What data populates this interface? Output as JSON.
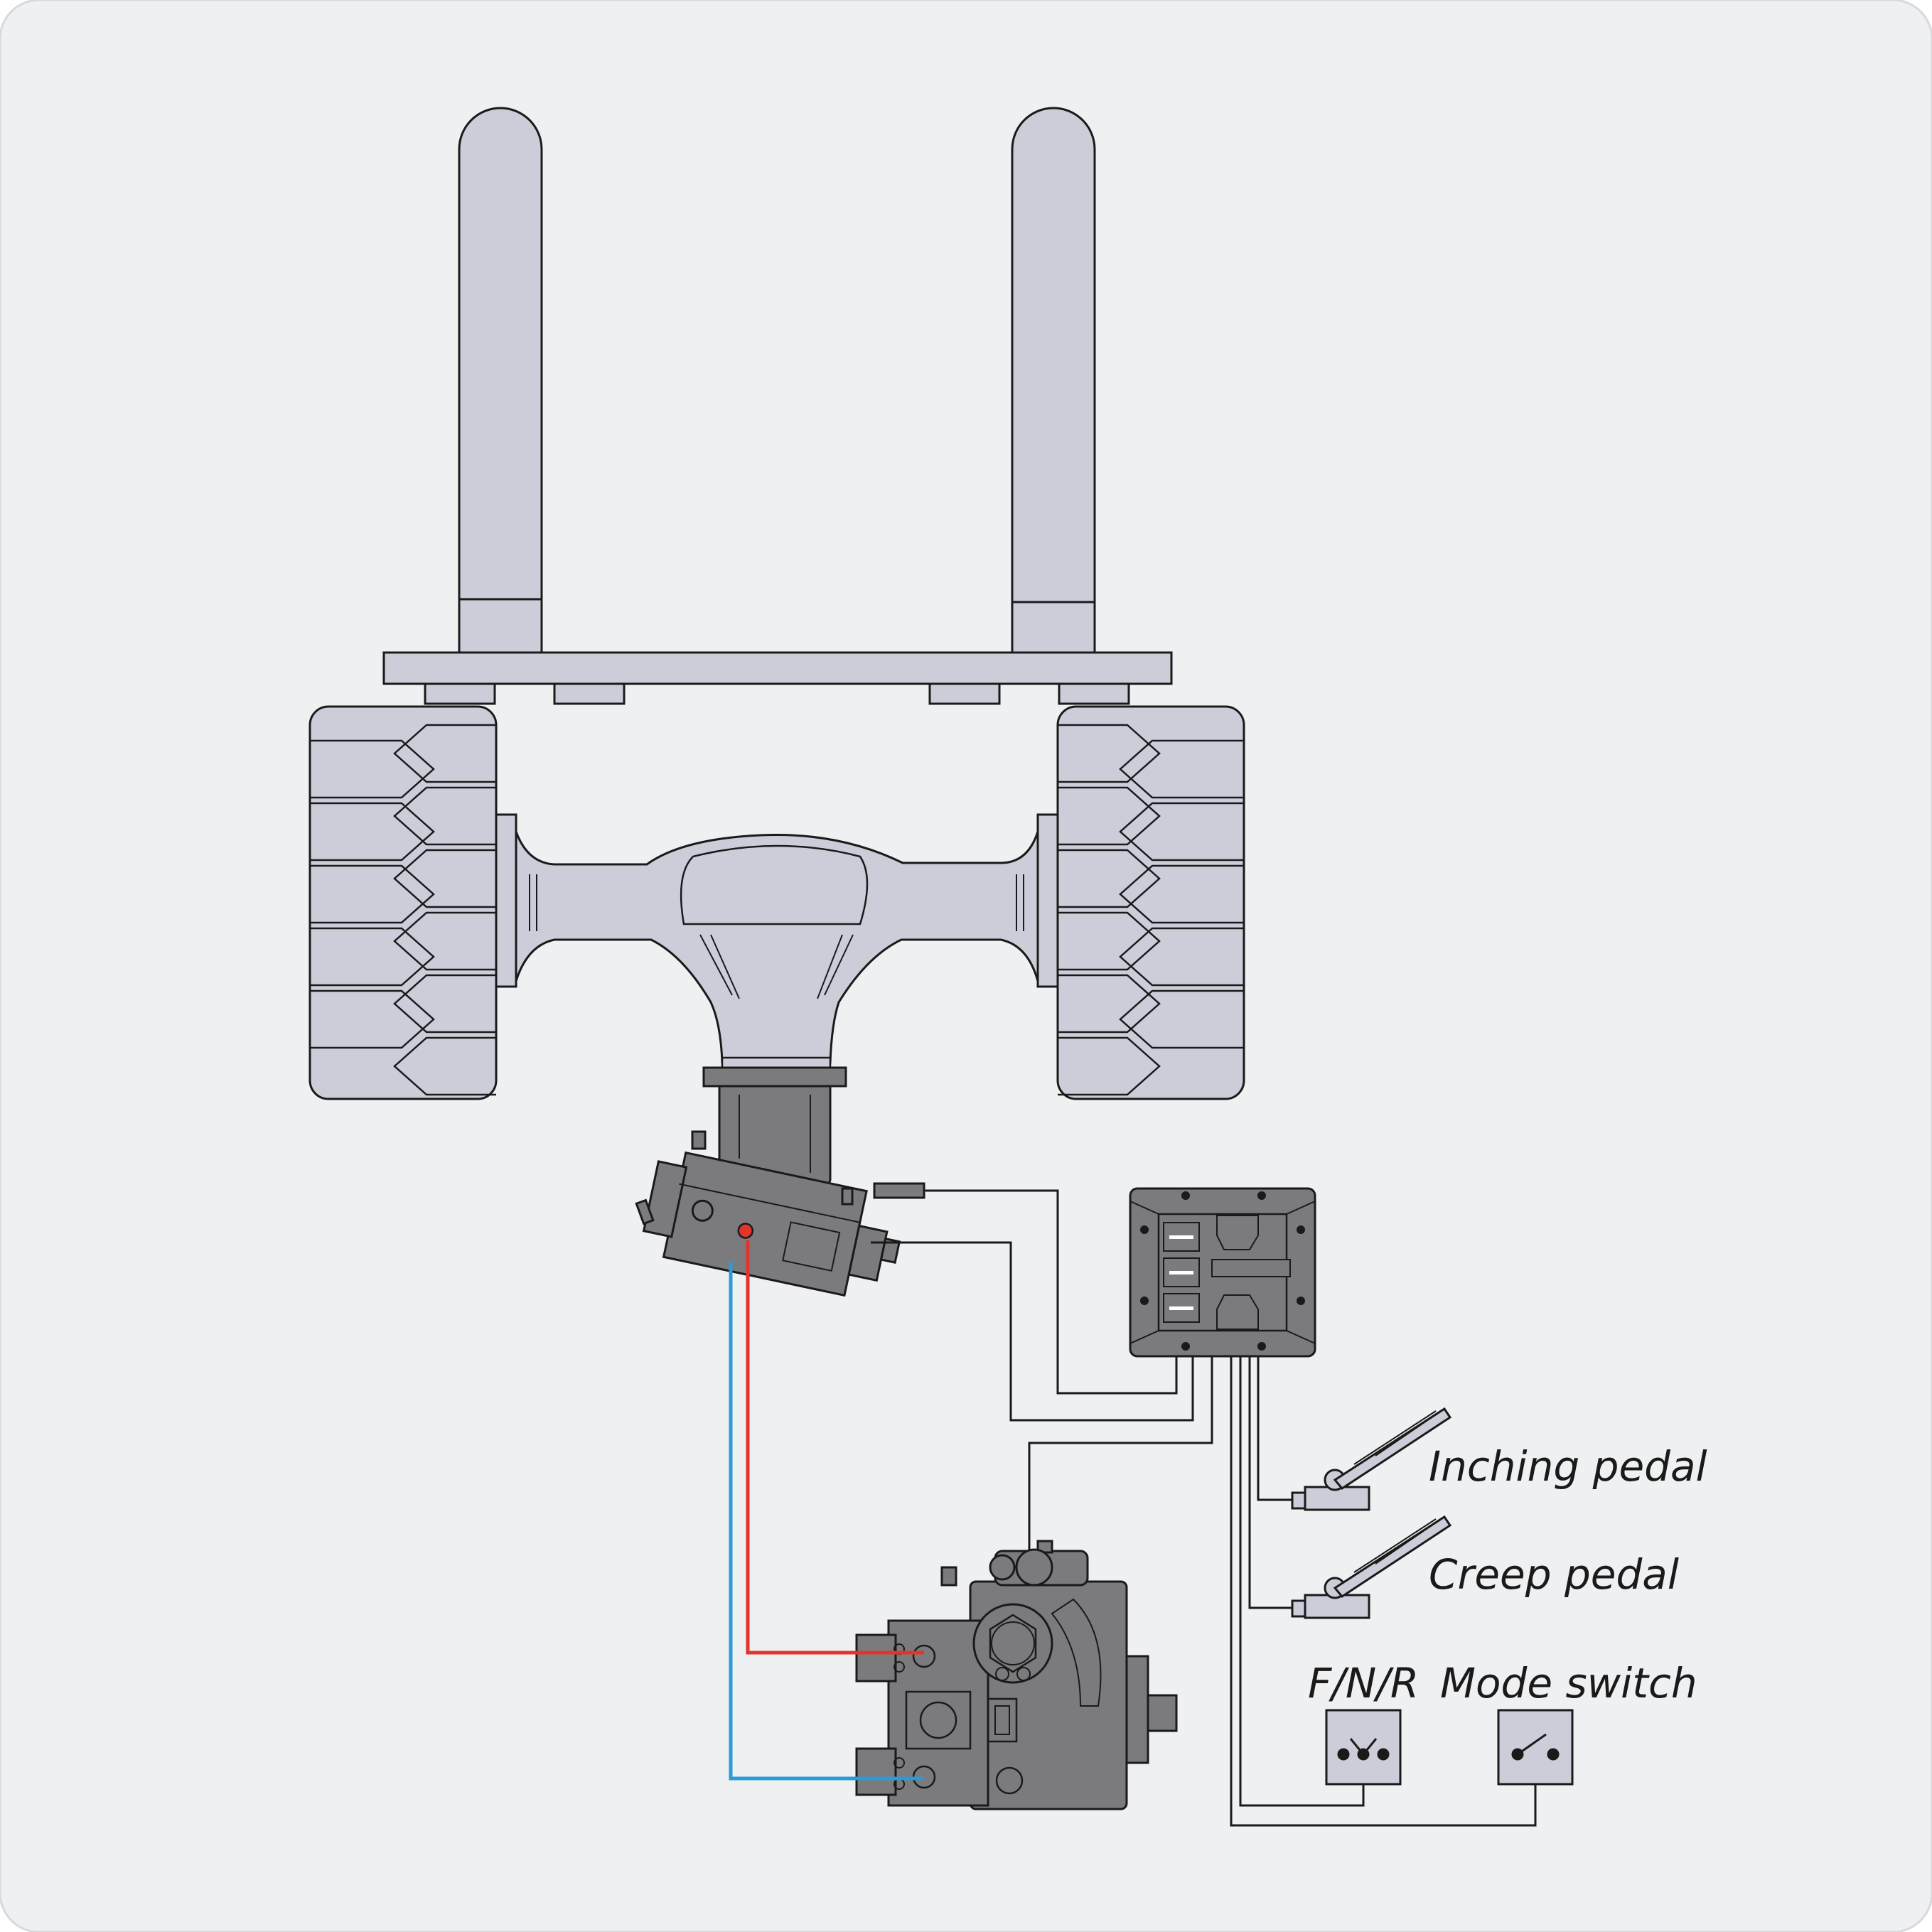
{
  "diagram": {
    "colors": {
      "background": "#eff0f2",
      "light_part": "#cdcdda",
      "dark_part": "#7b7b7e",
      "outline": "#1a1a1a",
      "line_pressure": "#e2342b",
      "line_return": "#2b9bd6"
    },
    "labels": {
      "inching_pedal": "Inching pedal",
      "creep_pedal": "Creep pedal",
      "fnr": "F/N/R",
      "mode_switch": "Mode switch"
    },
    "components": {
      "mast": "fork-mast",
      "axle": "drive-axle",
      "motor": "hydraulic-motor",
      "controller": "electronic-controller",
      "pump": "hydraulic-pump",
      "pedal_icon": "pedal-icon",
      "switch_icon": "switch-icon"
    }
  }
}
